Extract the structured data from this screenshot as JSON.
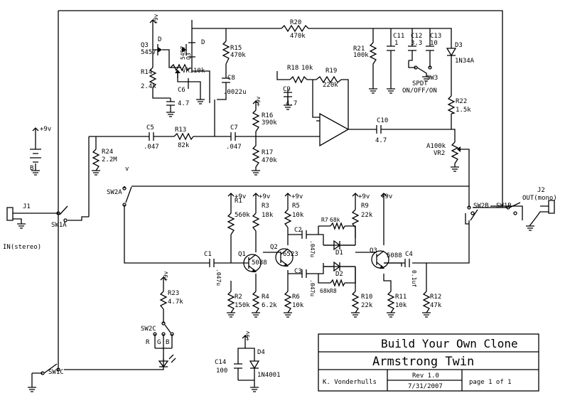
{
  "title_block": {
    "title": "Build Your Own Clone",
    "subtitle": "Armstrong Twin",
    "author": "K. Vonderhulls",
    "rev": "Rev 1.0",
    "date": "7/31/2007",
    "page": "page 1 of 1"
  },
  "components": {
    "R20": {
      "ref": "R20",
      "value": "470k"
    },
    "R15": {
      "ref": "R15",
      "value": "470k"
    },
    "R14": {
      "ref": "R14",
      "value": "2.4k"
    },
    "VR1": {
      "ref": "VR1",
      "value": "10k"
    },
    "C6": {
      "ref": "C6",
      "value": "4.7"
    },
    "C8": {
      "ref": "C8",
      "value": ".0022u"
    },
    "Q3a": {
      "ref": "Q3",
      "value": "5457"
    },
    "Q3b": {
      "ref": "Q3",
      "value": "5457"
    },
    "R18": {
      "ref": "R18",
      "value": "10k"
    },
    "R19": {
      "ref": "R19",
      "value": "220k"
    },
    "C9": {
      "ref": "C9",
      "value": "4.7"
    },
    "R16": {
      "ref": "R16",
      "value": "390k"
    },
    "R17": {
      "ref": "R17",
      "value": "470k"
    },
    "C5": {
      "ref": "C5",
      "value": ".047"
    },
    "R13": {
      "ref": "R13",
      "value": "82k"
    },
    "C7": {
      "ref": "C7",
      "value": ".047"
    },
    "R24": {
      "ref": "R24",
      "value": "2.2M"
    },
    "R21": {
      "ref": "R21",
      "value": "100k"
    },
    "C11": {
      "ref": "C11",
      "value": "1"
    },
    "C12": {
      "ref": "C12",
      "value": "3.3"
    },
    "C13": {
      "ref": "C13",
      "value": "10"
    },
    "D3": {
      "ref": "D3",
      "value": "1N34A"
    },
    "R22": {
      "ref": "R22",
      "value": "1.5k"
    },
    "C10": {
      "ref": "C10",
      "value": "4.7"
    },
    "VR2": {
      "ref": "VR2",
      "value": "A100k"
    },
    "SW3": {
      "ref": "SW3",
      "value": "SPDT ON/OFF/ON"
    },
    "R1": {
      "ref": "R1",
      "value": "560k"
    },
    "R2": {
      "ref": "R2",
      "value": "150k"
    },
    "R3": {
      "ref": "R3",
      "value": "18k"
    },
    "R4": {
      "ref": "R4",
      "value": "6.2k"
    },
    "R5": {
      "ref": "R5",
      "value": "10k"
    },
    "R6": {
      "ref": "R6",
      "value": "10k"
    },
    "R7": {
      "ref": "R7",
      "value": "68k"
    },
    "R8": {
      "ref": "R8",
      "value": "68k"
    },
    "R9": {
      "ref": "R9",
      "value": "22k"
    },
    "R10": {
      "ref": "R10",
      "value": "22k"
    },
    "R11": {
      "ref": "R11",
      "value": "10k"
    },
    "R12": {
      "ref": "R12",
      "value": "47k"
    },
    "R23": {
      "ref": "R23",
      "value": "4.7k"
    },
    "C1": {
      "ref": "C1",
      "value": ".047u"
    },
    "C2": {
      "ref": "C2",
      "value": ".047u"
    },
    "C3": {
      "ref": "C3",
      "value": ".047u"
    },
    "C4": {
      "ref": "C4",
      "value": "0.1uf"
    },
    "C14": {
      "ref": "C14",
      "value": "100"
    },
    "D4": {
      "ref": "D4",
      "value": "1N4001"
    },
    "Q1": {
      "ref": "Q1",
      "value": "5088"
    },
    "Q2": {
      "ref": "Q2",
      "value": "6523"
    },
    "Q3": {
      "ref": "Q3",
      "value": "5088"
    },
    "D1": {
      "ref": "D1"
    },
    "D2": {
      "ref": "D2"
    }
  },
  "labels": {
    "plus9v": "+9v",
    "v": "v",
    "d": "D",
    "b": "B",
    "j1": "J1",
    "in_stereo": "IN(stereo)",
    "j2": "J2",
    "out_mono": "OUT(mono)",
    "sw1a": "SW1A",
    "sw1b": "SW1B",
    "sw1c": "SW1C",
    "sw2a": "SW2A",
    "sw2b": "SW2B",
    "sw2c": "SW2C",
    "sw3": "SW3",
    "spdt": "SPDT",
    "on_off_on": "ON/OFF/ON",
    "r": "R",
    "g": "G",
    "bb": "B"
  }
}
